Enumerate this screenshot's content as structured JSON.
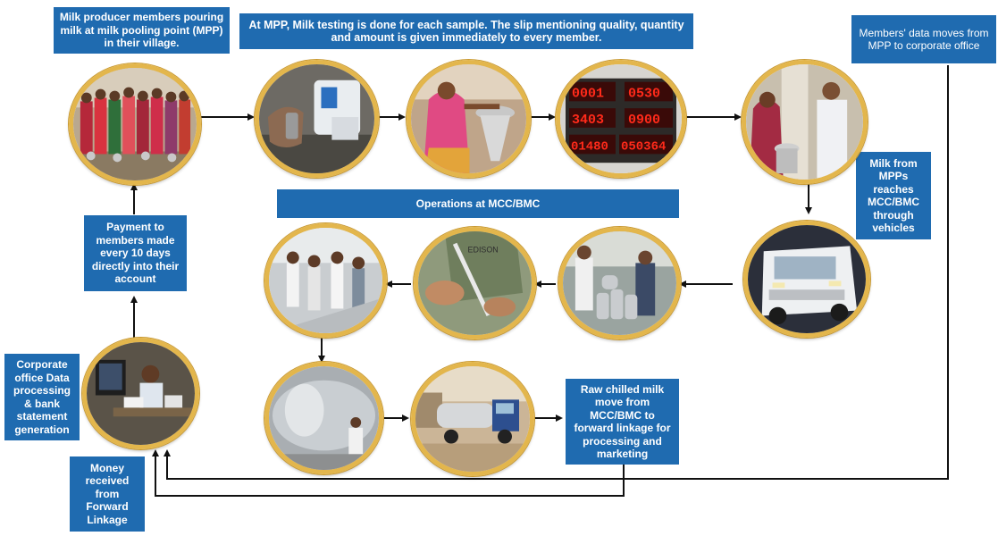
{
  "boxes": {
    "producers": "Milk producer members pouring milk at milk pooling point (MPP) in their village.",
    "testing": "At MPP, Milk testing is done for each sample. The slip mentioning quality, quantity and amount is given immediately to every member.",
    "members_data": "Members' data  moves from MPP to corporate office",
    "milk_from_mpp": "Milk from MPPs reaches MCC/BMC through vehicles",
    "operations": "Operations at MCC/BMC",
    "payment": "Payment to members made every 10 days directly into their account",
    "corporate": "Corporate office Data processing & bank statement generation",
    "money": "Money received from Forward Linkage",
    "raw_chilled": "Raw chilled milk move from MCC/BMC to forward linkage for processing and marketing"
  },
  "display_panel": [
    "0001",
    "0530",
    "3403",
    "0900",
    "01480",
    "050364"
  ],
  "vehicle_label": "EDISON",
  "colors": {
    "box_blue": "#1f6bb0",
    "circle_border": "#e3b64c",
    "arrow": "#111111"
  }
}
